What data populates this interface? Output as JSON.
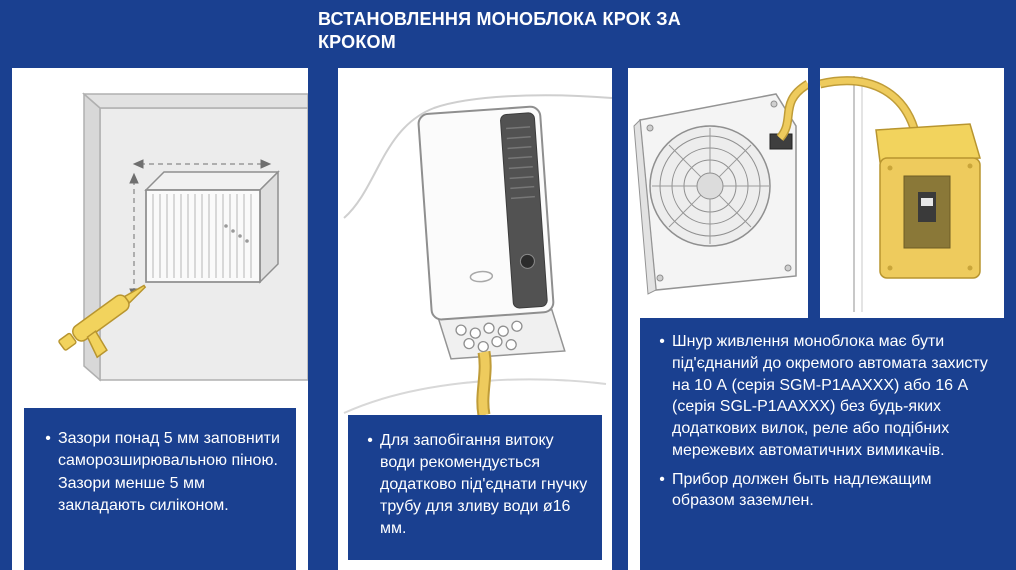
{
  "header": {
    "title": "ВСТАНОВЛЕННЯ МОНОБЛОКА КРОК ЗА КРОКОМ"
  },
  "glyphs": {
    "bullet": "•"
  },
  "colors": {
    "background": "#1a4090",
    "panel": "#ffffff",
    "note_box": "#1a4090",
    "text": "#ffffff",
    "accent_yellow": "#eecb5d",
    "line_gray": "#8f8f8f"
  },
  "steps": [
    {
      "illustration": "sealing-wall-opening-with-caulking-gun",
      "notes": [
        "Зазори понад 5 мм заповнити саморозширювальною піною. Зазори менше 5 мм закладають силіконом."
      ]
    },
    {
      "illustration": "monoblock-with-drain-tube",
      "notes": [
        "Для запобігання витоку води рекомендується додатково під'єднати гнучку трубу для зливу води ø16 мм."
      ]
    },
    {
      "illustration": "power-cable-to-breaker-box",
      "notes": [
        "Шнур живлення моноблока має бути під'єднаний до окремого автомата захисту на 10 А (серія SGM-P1AAXXX) або 16 А (серія SGL-P1AAXXX) без будь-яких додаткових вилок, реле або подібних мережевих автоматичних вимикачів.",
        "Прибор должен быть надлежащим образом заземлен."
      ]
    }
  ]
}
